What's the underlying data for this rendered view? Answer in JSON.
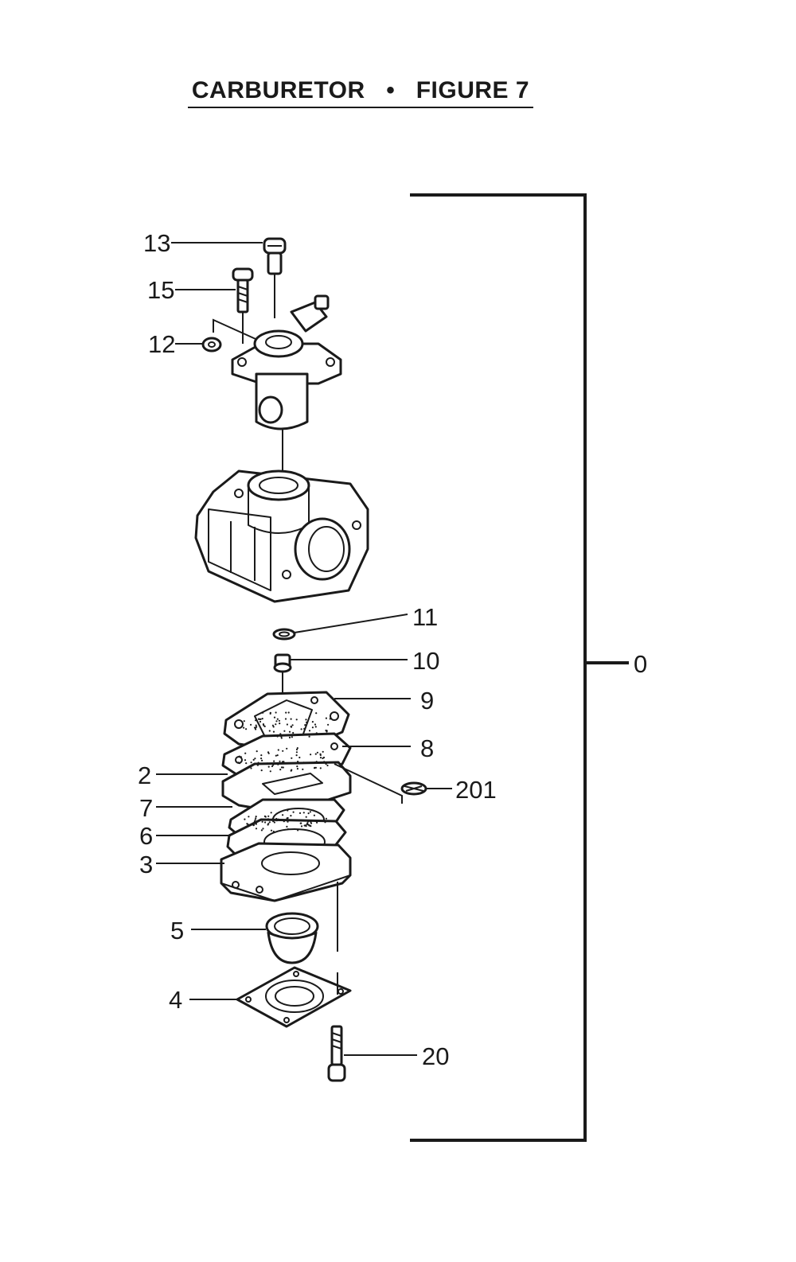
{
  "title": {
    "left": "CARBURETOR",
    "separator": "•",
    "right": "FIGURE 7"
  },
  "assembly_label": "0",
  "callouts": [
    {
      "id": "13",
      "label": "13"
    },
    {
      "id": "15",
      "label": "15"
    },
    {
      "id": "12",
      "label": "12"
    },
    {
      "id": "11",
      "label": "11"
    },
    {
      "id": "10",
      "label": "10"
    },
    {
      "id": "9",
      "label": "9"
    },
    {
      "id": "8",
      "label": "8"
    },
    {
      "id": "2",
      "label": "2"
    },
    {
      "id": "201",
      "label": "201"
    },
    {
      "id": "7",
      "label": "7"
    },
    {
      "id": "6",
      "label": "6"
    },
    {
      "id": "3",
      "label": "3"
    },
    {
      "id": "5",
      "label": "5"
    },
    {
      "id": "4",
      "label": "4"
    },
    {
      "id": "20",
      "label": "20"
    }
  ]
}
